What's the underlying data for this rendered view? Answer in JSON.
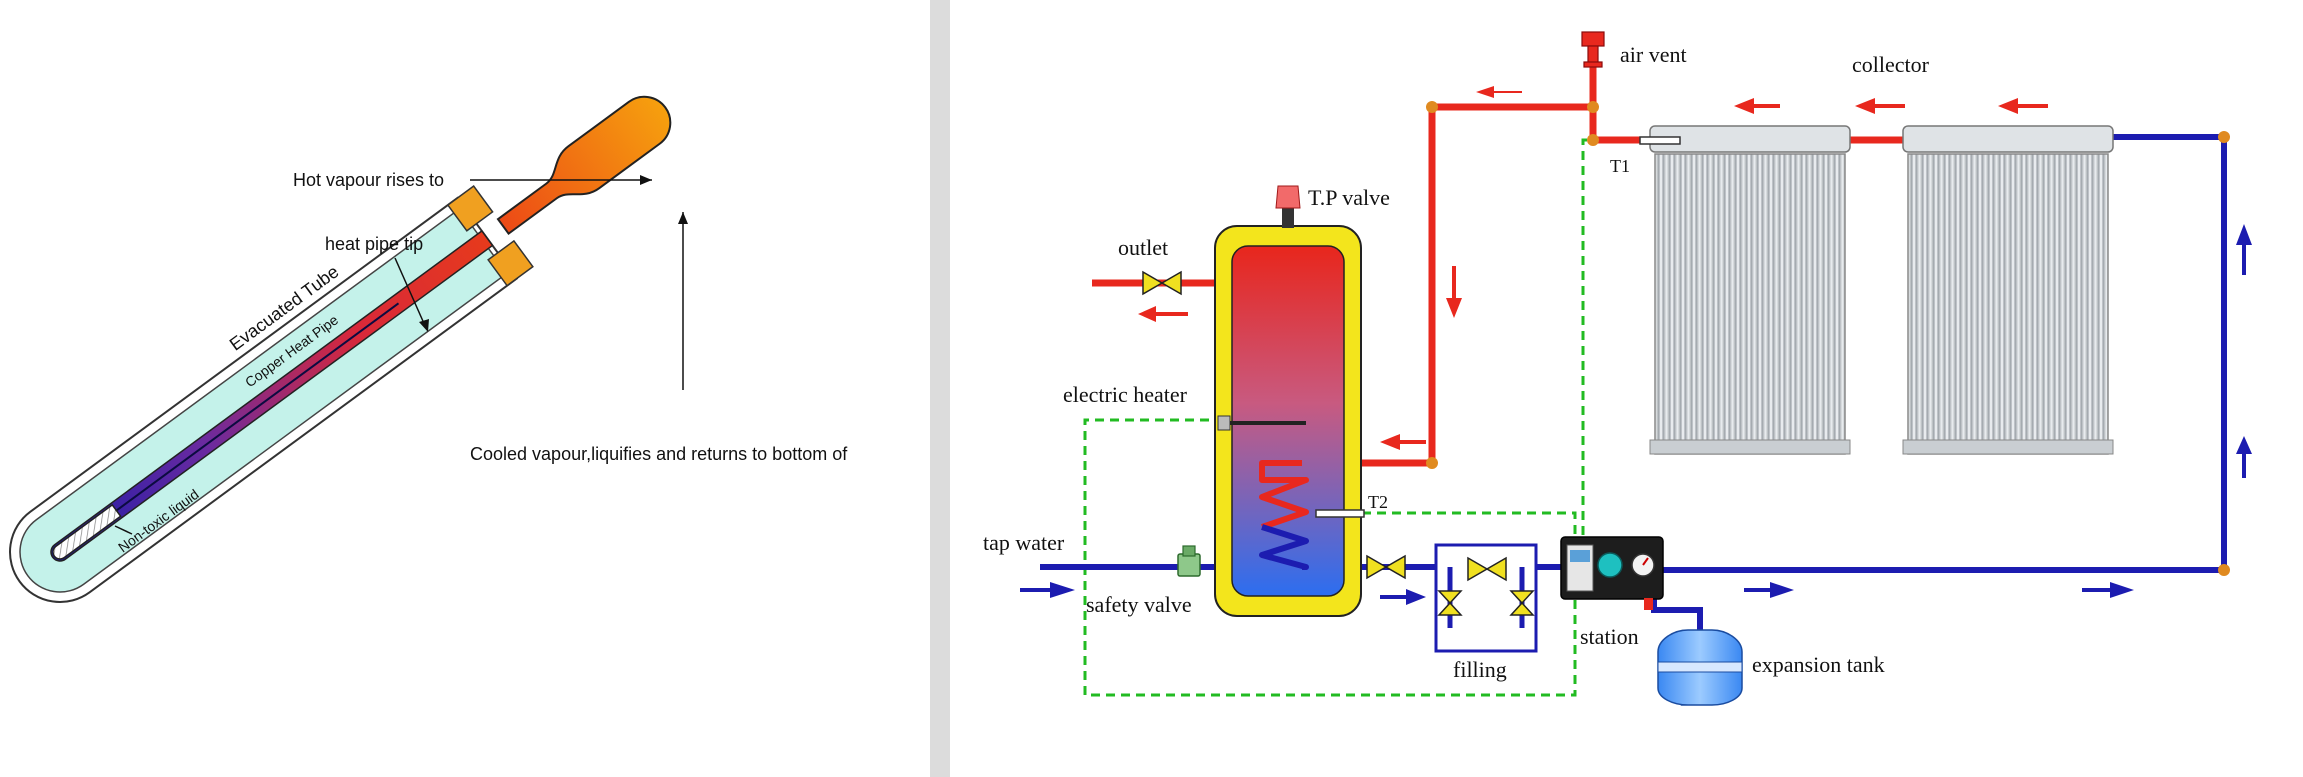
{
  "heat_pipe": {
    "labels": {
      "hot_vapour": "Hot vapour rises to",
      "heat_pipe_tip": "heat pipe tip",
      "evacuated_tube": "Evacuated Tube",
      "copper_heat_pipe": "Copper Heat Pipe",
      "cooled_vapour": "Cooled vapour,liquifies and returns to bottom of",
      "non_toxic_liquid": "Non-toxic liquid"
    }
  },
  "system": {
    "labels": {
      "air_vent": "air  vent",
      "collector": "collector",
      "t1": "T1",
      "tp_valve": "T.P valve",
      "outlet": "outlet",
      "electric_heater": "electric heater",
      "t2": "T2",
      "tap_water": "tap water",
      "safety_valve": "safety valve",
      "filling": "filling",
      "station": "station",
      "expansion_tank": "expansion tank"
    },
    "colors": {
      "hot_pipe": "#e8281e",
      "cold_pipe": "#1c1cb0",
      "elbow": "#e08a20",
      "tank_jacket": "#f3e51c",
      "control_loop": "#22bb22",
      "valve": "#f0e020"
    }
  }
}
